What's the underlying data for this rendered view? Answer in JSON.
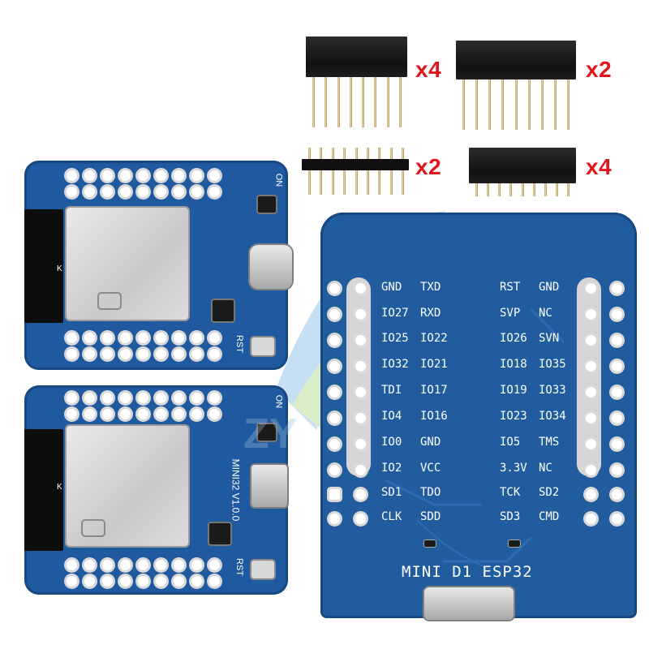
{
  "quantities": {
    "long_female_header": "x4",
    "long_female_header_b": "x2",
    "male_header": "x2",
    "short_female_header": "x4"
  },
  "board_top": {
    "label_rst": "RST",
    "label_on": "ON",
    "module_mark": "K"
  },
  "board_bottom": {
    "label_rst": "RST",
    "label_on": "ON",
    "version_text": "MINI32 V1.0.0",
    "module_mark": "K"
  },
  "board_back": {
    "title": "MINI  D1  ESP32",
    "left_pins": [
      [
        "GND",
        "TXD"
      ],
      [
        "IO27",
        "RXD"
      ],
      [
        "IO25",
        "IO22"
      ],
      [
        "IO32",
        "IO21"
      ],
      [
        "TDI",
        "IO17"
      ],
      [
        "IO4",
        "IO16"
      ],
      [
        "IO0",
        "GND"
      ],
      [
        "IO2",
        "VCC"
      ],
      [
        "SD1",
        "TDO"
      ],
      [
        "CLK",
        "SDD"
      ]
    ],
    "right_pins": [
      [
        "RST",
        "GND"
      ],
      [
        "SVP",
        "NC"
      ],
      [
        "IO26",
        "SVN"
      ],
      [
        "IO18",
        "IO35"
      ],
      [
        "IO19",
        "IO33"
      ],
      [
        "IO23",
        "IO34"
      ],
      [
        "IO5",
        "TMS"
      ],
      [
        "3.3V",
        "NC"
      ],
      [
        "TCK",
        "SD2"
      ],
      [
        "SD3",
        "CMD"
      ]
    ]
  },
  "colors": {
    "pcb_blue": "#1f5aa0",
    "quantity_red": "#e0161d",
    "header_black": "#1a1a1a",
    "pin_gold": "#d8c48e"
  },
  "watermark": "ZY"
}
